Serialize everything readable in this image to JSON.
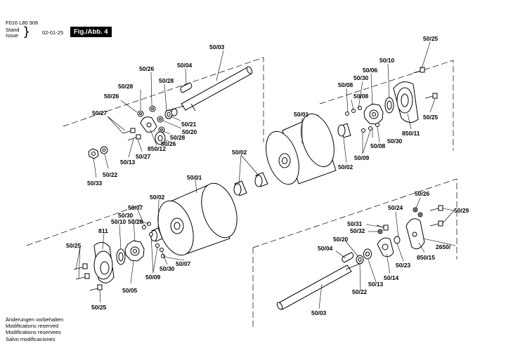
{
  "header": {
    "doc_number": "F016 L80 906",
    "stand_label": "Stand",
    "issue_label": "Issue",
    "date": "02-01-25",
    "figure_label": "Fig./Abb. 4"
  },
  "notes": [
    "Änderungen vorbehalten",
    "Modifications reserved",
    "Modifications reservees",
    "Salvo modificaciones"
  ],
  "part_labels": {
    "p5003_top": "50/03",
    "p5004_top": "50/04",
    "p5026_a": "50/26",
    "p5028_a": "50/28",
    "p5028_b": "50/28",
    "p5026_b": "50/26",
    "p5027_a": "50/27",
    "p5021": "50/21",
    "p5020_top": "50/20",
    "p5028_c": "50/28",
    "p5026_c": "50/26",
    "p85012": "850/12",
    "p5027_b": "50/27",
    "p5013_top": "50/13",
    "p5022_top": "50/22",
    "p5033": "50/33",
    "p5001_top": "50/01",
    "p5002_mid": "50/02",
    "p5025_tr": "50/25",
    "p5010_top": "50/10",
    "p5006": "50/06",
    "p5030_a": "50/30",
    "p5008_a": "50/08",
    "p5008_b": "50/08",
    "p5030_b": "50/30",
    "p5009_top": "50/09",
    "p5002_r": "50/02",
    "p85011": "850/11",
    "p5025_r": "50/25",
    "p5001_low": "50/01",
    "p5002_low": "50/02",
    "p5007_a": "50/07",
    "p5030_c": "50/30",
    "p5010_low": "50/10",
    "p5028_d": "50/28",
    "p811": "811",
    "p5025_l": "50/25",
    "p5005": "50/05",
    "p5009_low": "50/09",
    "p5030_d": "50/30",
    "p5007_b": "50/07",
    "p5025_bl": "50/25",
    "p5026_r": "50/26",
    "p5029": "50/29",
    "p5024": "50/24",
    "p5031": "50/31",
    "p5032": "50/32",
    "p2650": "2650/",
    "p5020_low": "50/20",
    "p5004_low": "50/04",
    "p85015": "850/15",
    "p5023": "50/23",
    "p5014": "50/14",
    "p5013_low": "50/13",
    "p5022_low": "50/22",
    "p5003_low": "50/03"
  }
}
